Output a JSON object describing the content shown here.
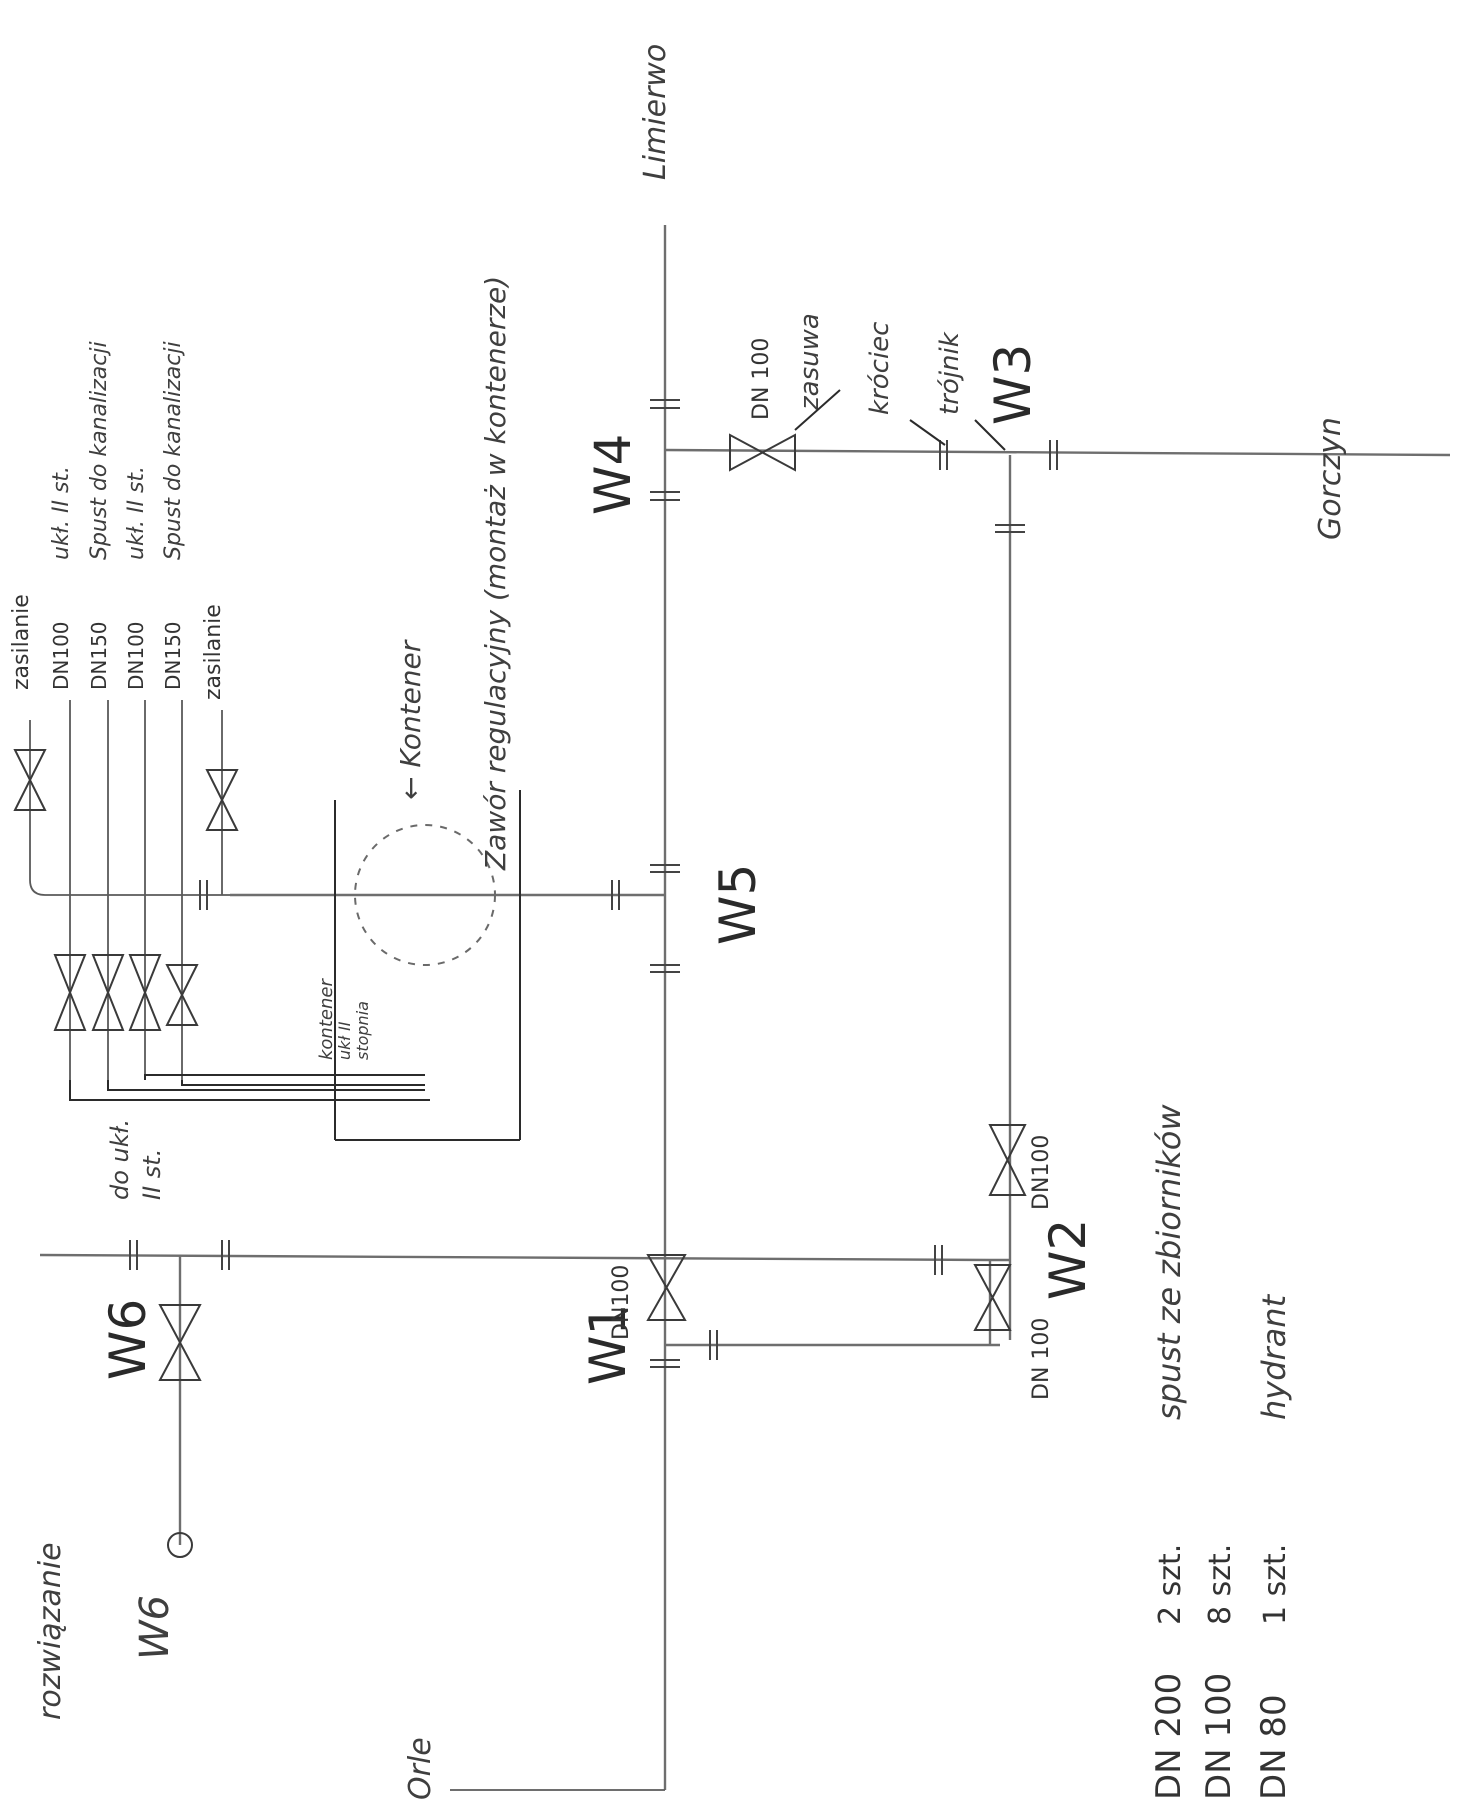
{
  "header": {
    "label": "rozwiązanie",
    "w6_label": "W6"
  },
  "directions": {
    "left": "Orle",
    "top": "Limierwo",
    "right": "Gorczyn"
  },
  "nodes": {
    "w1": "W1",
    "w2": "W2",
    "w3": "W3",
    "w4": "W4",
    "w5": "W5",
    "w6": "W6"
  },
  "dn_labels": {
    "w1": "DN100",
    "w2_left": "DN 100",
    "w2_right": "DN100",
    "w4": "DN 100"
  },
  "fittings": {
    "zasuwa": "zasuwa",
    "krociec": "króciec",
    "trojnik": "trójnik"
  },
  "branches": [
    {
      "dn": "",
      "desc": "zasilanie"
    },
    {
      "dn": "DN100",
      "desc": "ukł. II st."
    },
    {
      "dn": "DN150",
      "desc": "Spust do kanalizacji"
    },
    {
      "dn": "DN100",
      "desc": "ukł. II st."
    },
    {
      "dn": "DN150",
      "desc": "Spust do kanalizacji"
    },
    {
      "dn": "",
      "desc": "zasilanie"
    }
  ],
  "container": {
    "arrow_label": "← Kontener",
    "inner_label_1": "kontener",
    "inner_label_2": "ukł II",
    "inner_label_3": "stopnia",
    "valve_label": "Zawór regulacyjny (montaż w kontenerze)",
    "bottom_label_1": "do ukł.",
    "bottom_label_2": "II st."
  },
  "legend": [
    {
      "dn": "DN 200",
      "qty": "2 szt.",
      "desc": "spust ze zbiorników"
    },
    {
      "dn": "DN 100",
      "qty": "8 szt.",
      "desc": ""
    },
    {
      "dn": "DN 80",
      "qty": "1 szt.",
      "desc": "hydrant"
    }
  ]
}
